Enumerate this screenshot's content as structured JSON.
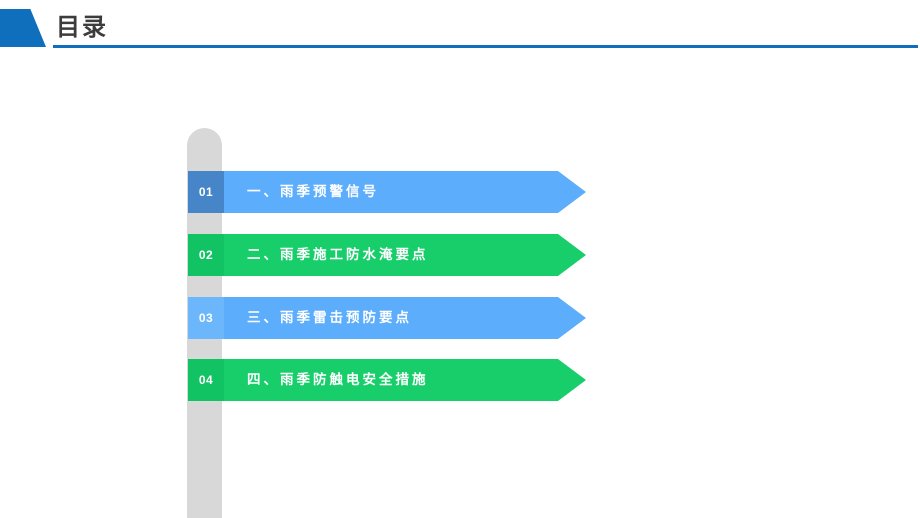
{
  "header": {
    "title": "目录",
    "tab_icon": "blue-trapezoid-accent",
    "accent_color": "#0f6fbd",
    "title_color": "#3c3c3c",
    "rule_color": "#0f6fbd"
  },
  "signpost": {
    "color": "#d8d8d8"
  },
  "agenda": {
    "items": [
      {
        "number": "01",
        "label": "一、雨季预警信号",
        "banner_color": "#5cadfb",
        "badge_color": "#4585c8",
        "text_color": "#ffffff"
      },
      {
        "number": "02",
        "label": "二、雨季施工防水淹要点",
        "banner_color": "#17ce6b",
        "badge_color": "#12c363",
        "text_color": "#ffffff"
      },
      {
        "number": "03",
        "label": "三、雨季雷击预防要点",
        "banner_color": "#5cadfb",
        "badge_color": "#6cb7fc",
        "text_color": "#ffffff"
      },
      {
        "number": "04",
        "label": "四、雨季防触电安全措施",
        "banner_color": "#17ce6b",
        "badge_color": "#12c363",
        "text_color": "#ffffff"
      }
    ]
  }
}
